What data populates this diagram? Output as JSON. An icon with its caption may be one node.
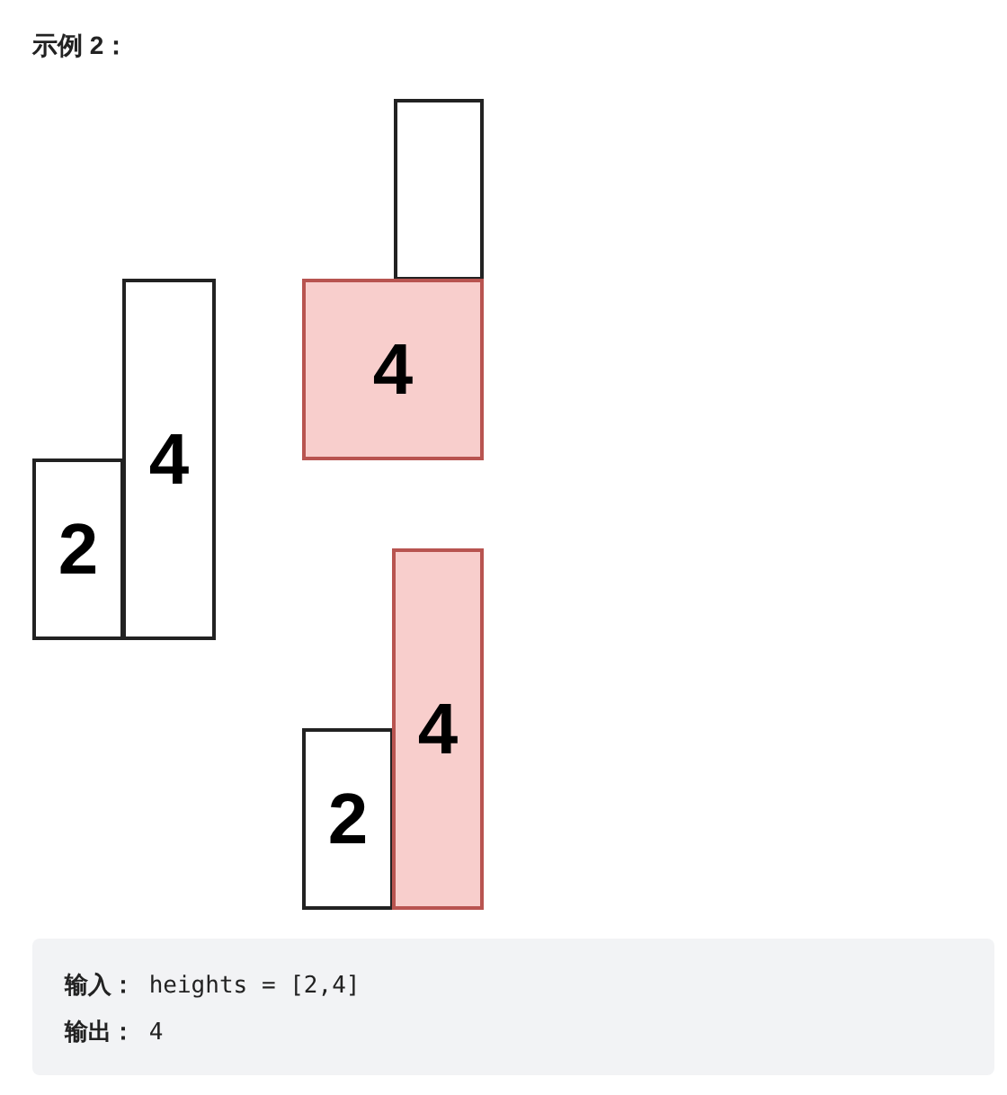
{
  "diagram": {
    "title": "示例 2：",
    "nodes": [
      {
        "text": [
          "2"
        ]
      },
      {
        "text": [
          "4"
        ]
      },
      {
        "text": [],
        "shape": "box"
      },
      {
        "text": [
          "4"
        ]
      },
      {
        "text": [
          "2"
        ]
      },
      {
        "text": [
          "4"
        ]
      }
    ],
    "labels": [
      "**输入：** heights = [2,4]",
      "**输出：** 4"
    ]
  }
}
